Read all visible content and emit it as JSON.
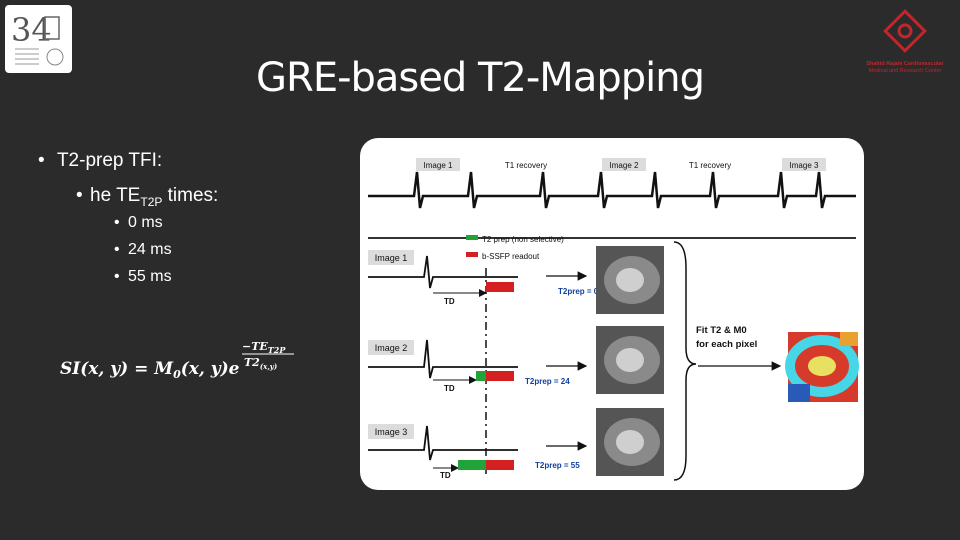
{
  "slide": {
    "title": "GRE-based T2-Mapping",
    "bullets": {
      "level1": "T2-prep TFI:",
      "level2_prefix": "he TE",
      "level2_sub": "T2P",
      "level2_suffix": " times:",
      "level3": [
        "0 ms",
        "24 ms",
        "55 ms"
      ]
    },
    "bullet_char": "•"
  },
  "formula": {
    "lhs": "SI(x, y) = M",
    "m_sub": "0",
    "mid": "(x, y)e",
    "exp_num": "−TE",
    "exp_num_sub": "T2P",
    "exp_den": "T2",
    "exp_den_sub": "(x,y)"
  },
  "logos": {
    "left_number": "34",
    "right_caption_line1": "Shahid Rajaie Cardiovascular",
    "right_caption_line2": "Medical and Research Center"
  },
  "diagram": {
    "top_labels": [
      "Image 1",
      "T1 recovery",
      "Image 2",
      "T1 recovery",
      "Image 3"
    ],
    "legend": [
      "T2 prep (non selective)",
      "b-SSFP readout"
    ],
    "rows": [
      {
        "label": "Image 1",
        "t2prep": "T2prep = 0"
      },
      {
        "label": "Image 2",
        "t2prep": "T2prep = 24"
      },
      {
        "label": "Image 3",
        "t2prep": "T2prep = 55"
      }
    ],
    "td_label": "TD",
    "fit_line1": "Fit T2 & M0",
    "fit_line2": "for each pixel",
    "colors": {
      "green": "#22a33a",
      "red": "#d42020",
      "ecg": "#111111",
      "label_box": "#dcdcdc",
      "map_red": "#d63a2a",
      "map_cyan": "#46d6e6"
    }
  }
}
